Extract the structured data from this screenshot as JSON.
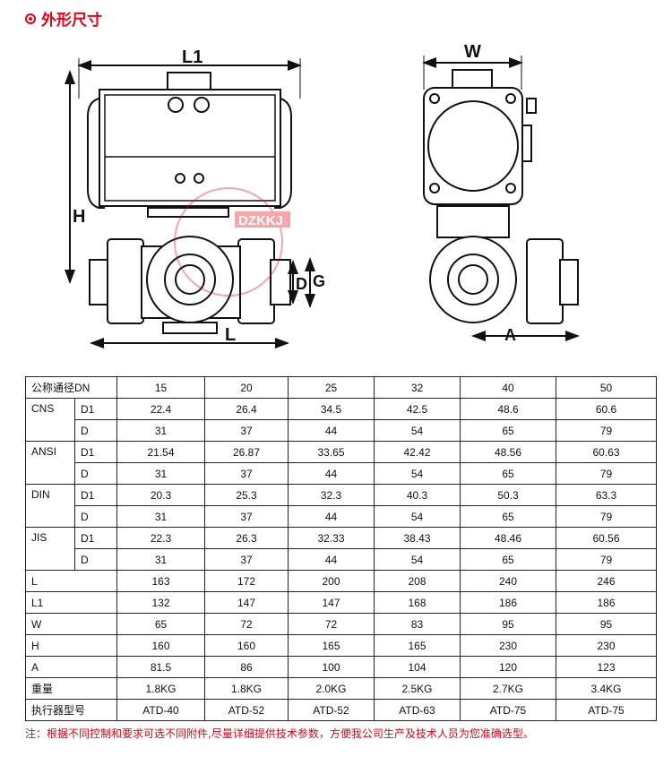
{
  "title": "外形尺寸",
  "drawing": {
    "labels": {
      "L1": "L1",
      "H": "H",
      "D": "D",
      "G": "G",
      "L": "L",
      "W": "W",
      "A": "A"
    },
    "watermark": "DZKKJ"
  },
  "table": {
    "header": {
      "label": "公称通径DN",
      "values": [
        "15",
        "20",
        "25",
        "32",
        "40",
        "50"
      ]
    },
    "standards": [
      {
        "name": "CNS",
        "rows": [
          {
            "sub": "D1",
            "values": [
              "22.4",
              "26.4",
              "34.5",
              "42.5",
              "48.6",
              "60.6"
            ]
          },
          {
            "sub": "D",
            "values": [
              "31",
              "37",
              "44",
              "54",
              "65",
              "79"
            ]
          }
        ]
      },
      {
        "name": "ANSI",
        "rows": [
          {
            "sub": "D1",
            "values": [
              "21.54",
              "26.87",
              "33.65",
              "42.42",
              "48.56",
              "60.63"
            ]
          },
          {
            "sub": "D",
            "values": [
              "31",
              "37",
              "44",
              "54",
              "65",
              "79"
            ]
          }
        ]
      },
      {
        "name": "DIN",
        "rows": [
          {
            "sub": "D1",
            "values": [
              "20.3",
              "25.3",
              "32.3",
              "40.3",
              "50.3",
              "63.3"
            ]
          },
          {
            "sub": "D",
            "values": [
              "31",
              "37",
              "44",
              "54",
              "65",
              "79"
            ]
          }
        ]
      },
      {
        "name": "JIS",
        "rows": [
          {
            "sub": "D1",
            "values": [
              "22.3",
              "26.3",
              "32.33",
              "38.43",
              "48.46",
              "60.56"
            ]
          },
          {
            "sub": "D",
            "values": [
              "31",
              "37",
              "44",
              "54",
              "65",
              "79"
            ]
          }
        ]
      }
    ],
    "rows": [
      {
        "label": "L",
        "values": [
          "163",
          "172",
          "200",
          "208",
          "240",
          "246"
        ]
      },
      {
        "label": "L1",
        "values": [
          "132",
          "147",
          "147",
          "168",
          "186",
          "186"
        ]
      },
      {
        "label": "W",
        "values": [
          "65",
          "72",
          "72",
          "83",
          "95",
          "95"
        ]
      },
      {
        "label": "H",
        "values": [
          "160",
          "160",
          "165",
          "165",
          "230",
          "230"
        ]
      },
      {
        "label": "A",
        "values": [
          "81.5",
          "86",
          "100",
          "104",
          "120",
          "123"
        ]
      },
      {
        "label": "重量",
        "values": [
          "1.8KG",
          "1.8KG",
          "2.0KG",
          "2.5KG",
          "2.7KG",
          "3.4KG"
        ]
      },
      {
        "label": "执行器型号",
        "values": [
          "ATD-40",
          "ATD-52",
          "ATD-52",
          "ATD-63",
          "ATD-75",
          "ATD-75"
        ]
      }
    ]
  },
  "note": "注：根据不同控制和要求可选不同附件,尽量详细提供技术参数，方便我公司生产及技术人员为您准确选型。",
  "colors": {
    "accent": "#e60012"
  }
}
